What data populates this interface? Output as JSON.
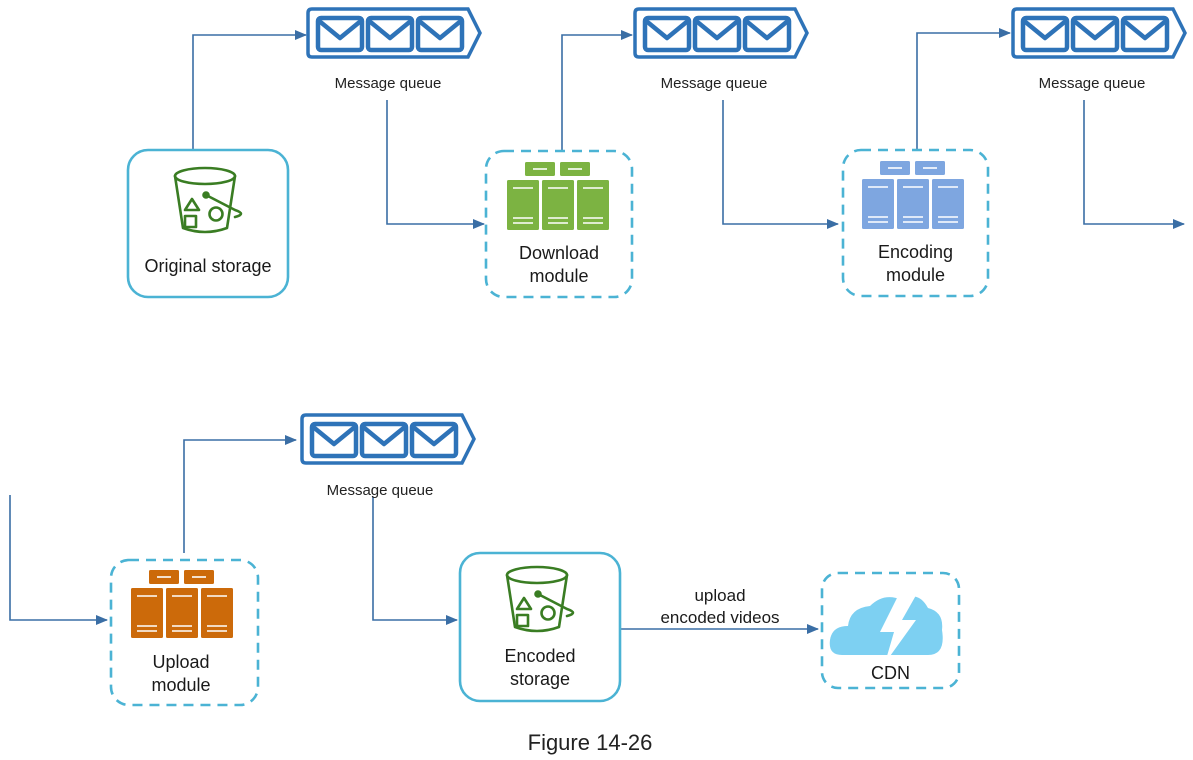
{
  "figure": {
    "caption": "Figure 14-26",
    "colors": {
      "flow_line": "#3a6ea5",
      "queue": "#2e73b8",
      "node_border": "#4bb3d4",
      "bucket": "#3a7d23",
      "download_server": "#7cb342",
      "encoding_server": "#7ea6e0",
      "upload_server": "#cc6a0a",
      "cdn_cloud": "#7dd0f2"
    }
  },
  "nodes": {
    "original_storage": {
      "label": "Original storage",
      "icon": "bucket-icon",
      "style": "solid"
    },
    "download_module": {
      "label_line1": "Download",
      "label_line2": "module",
      "icon": "server-cluster-icon",
      "style": "dashed"
    },
    "encoding_module": {
      "label_line1": "Encoding",
      "label_line2": "module",
      "icon": "server-cluster-icon",
      "style": "dashed"
    },
    "upload_module": {
      "label_line1": "Upload",
      "label_line2": "module",
      "icon": "server-cluster-icon",
      "style": "dashed"
    },
    "encoded_storage": {
      "label_line1": "Encoded",
      "label_line2": "storage",
      "icon": "bucket-icon",
      "style": "solid"
    },
    "cdn": {
      "label": "CDN",
      "icon": "cloud-lightning-icon",
      "style": "dashed"
    }
  },
  "queues": [
    {
      "label": "Message queue",
      "icon": "message-queue-icon"
    },
    {
      "label": "Message queue",
      "icon": "message-queue-icon"
    },
    {
      "label": "Message queue",
      "icon": "message-queue-icon"
    },
    {
      "label": "Message queue",
      "icon": "message-queue-icon"
    }
  ],
  "edges": [
    {
      "from": "original_storage",
      "to": "queue_1",
      "label": ""
    },
    {
      "from": "queue_1",
      "to": "download_module",
      "label": ""
    },
    {
      "from": "download_module",
      "to": "queue_2",
      "label": ""
    },
    {
      "from": "queue_2",
      "to": "encoding_module",
      "label": ""
    },
    {
      "from": "encoding_module",
      "to": "queue_3",
      "label": ""
    },
    {
      "from": "queue_3",
      "to": "upload_module",
      "label": ""
    },
    {
      "from": "upload_module",
      "to": "queue_4",
      "label": ""
    },
    {
      "from": "queue_4",
      "to": "encoded_storage",
      "label": ""
    },
    {
      "from": "encoded_storage",
      "to": "cdn",
      "label_line1": "upload",
      "label_line2": "encoded videos"
    }
  ]
}
